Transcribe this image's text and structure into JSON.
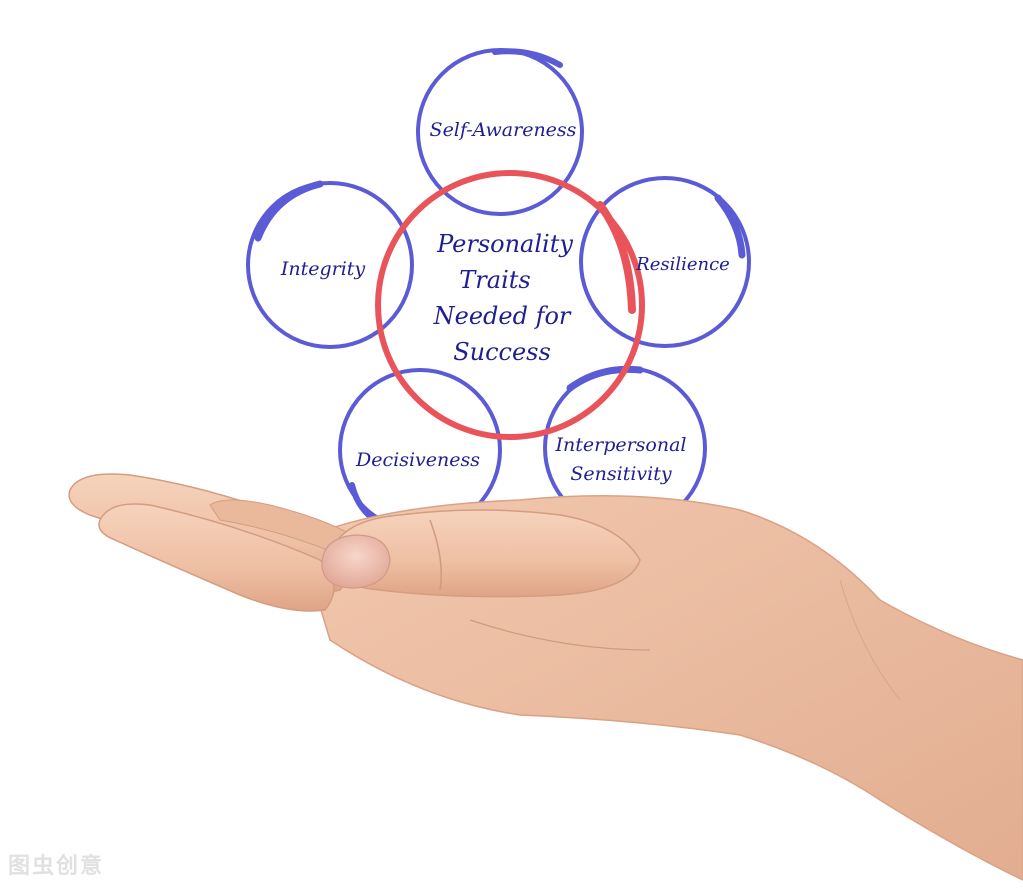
{
  "diagram": {
    "center_lines": [
      "Personality",
      "Traits",
      "Needed for",
      "Success"
    ],
    "traits": [
      "Self-Awareness",
      "Integrity",
      "Resilience",
      "Decisiveness",
      [
        "Interpersonal",
        "Sensitivity"
      ]
    ],
    "colors": {
      "outer_ring": "#5b5bd6",
      "center_ring": "#e8545a",
      "text": "#1f1f8f",
      "skin": "#f0c3a6"
    }
  },
  "watermark": "图虫创意"
}
